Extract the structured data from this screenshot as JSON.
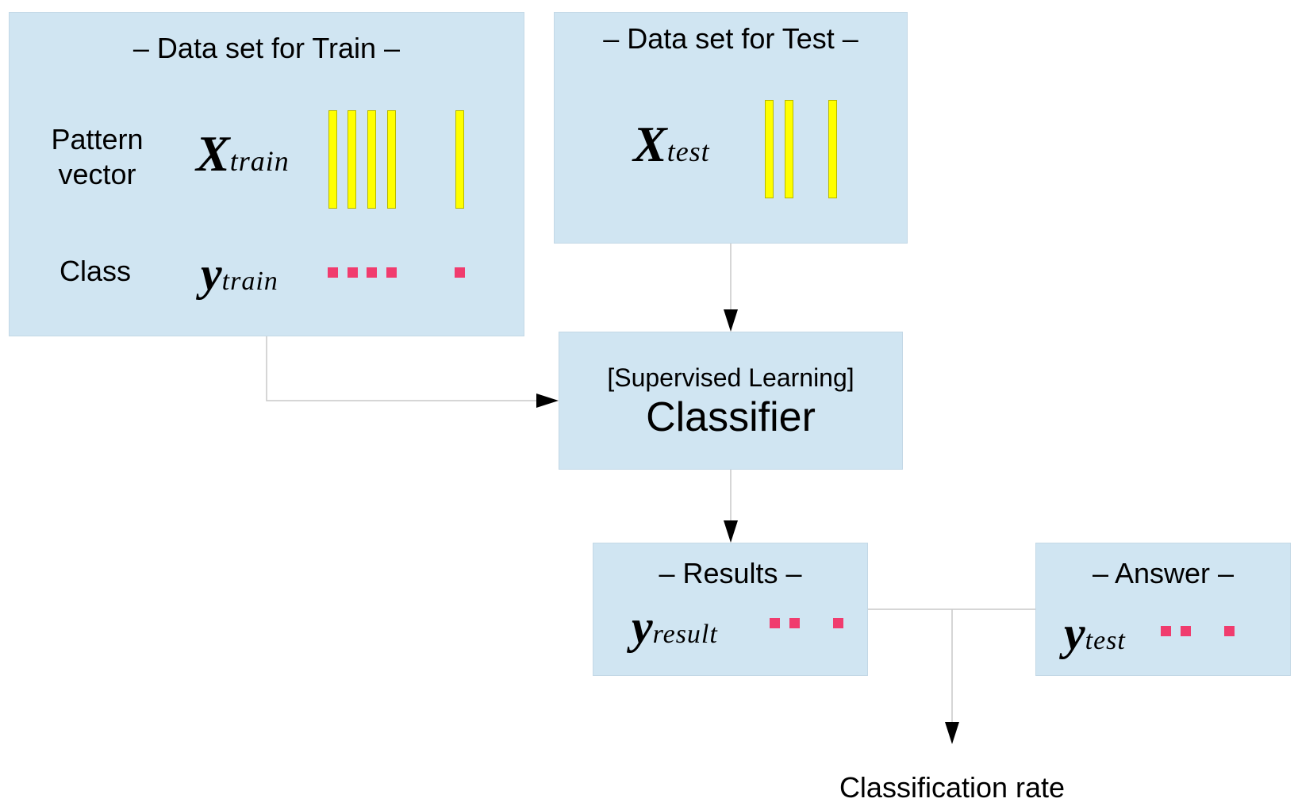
{
  "train": {
    "title": "– Data set for Train –",
    "pattern_label_line1": "Pattern",
    "pattern_label_line2": "vector",
    "class_label": "Class",
    "x_symbol": "X",
    "x_subscript": "train",
    "y_symbol": "y",
    "y_subscript": "train"
  },
  "test": {
    "title": "– Data set for Test –",
    "x_symbol": "X",
    "x_subscript": "test"
  },
  "classifier": {
    "subtitle": "[Supervised Learning]",
    "title": "Classifier"
  },
  "results": {
    "title": "– Results –",
    "y_symbol": "y",
    "y_subscript": "result"
  },
  "answer": {
    "title": "– Answer –",
    "y_symbol": "y",
    "y_subscript": "test"
  },
  "output": {
    "label": "Classification rate"
  },
  "colors": {
    "box_fill": "#d0e5f2",
    "pattern_bar": "#ffff00",
    "class_marker": "#f03c6e",
    "connector": "#c8c8c8",
    "arrowhead": "#000000"
  }
}
